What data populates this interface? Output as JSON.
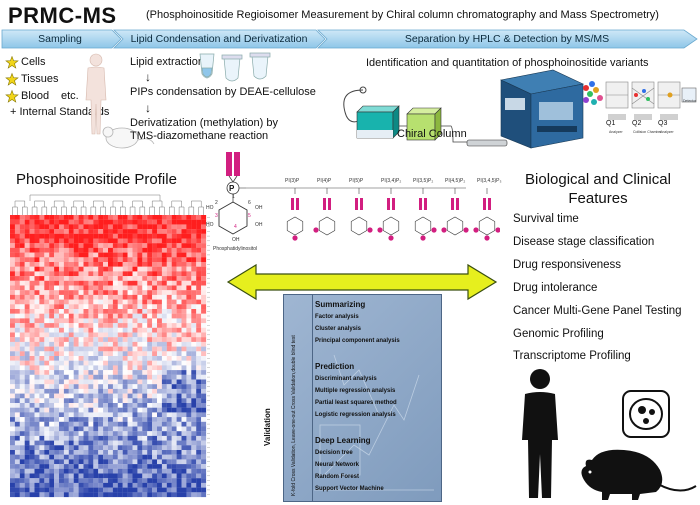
{
  "header": {
    "title": "PRMC-MS",
    "subtitle": "(Phosphoinositide Regioisomer Measurement by Chiral column chromatography and Mass Spectrometry)"
  },
  "steps": [
    "Sampling",
    "Lipid Condensation and Derivatization",
    "Separation by HPLC & Detection by MS/MS"
  ],
  "sampling": {
    "items": [
      "Cells",
      "Tissues",
      "Blood",
      "etc."
    ],
    "standards": "+ Internal Standards"
  },
  "lipid": {
    "extraction": "Lipid extraction",
    "condensation": "PIPs condensation by DEAE-cellulose",
    "derivatization_1": "Derivatization (methylation) by",
    "derivatization_2": "TMS-diazomethane reaction"
  },
  "separation": {
    "identification": "Identification and quantitation of phosphoinositide variants",
    "chiral_column": "Chiral Column",
    "q_labels": [
      "Q1",
      "Q2",
      "Q3"
    ],
    "q_sub": [
      "Analyzer",
      "Collision Chamber",
      "Analyzer"
    ],
    "detector": "Detector"
  },
  "pip_profile_title": "Phosphoinositide Profile",
  "structure": {
    "p_label": "P",
    "ring_numbers": [
      "1",
      "2",
      "3",
      "4",
      "5",
      "6"
    ],
    "oh_labels": [
      "HO",
      "OH",
      "OH",
      "HO",
      "OH"
    ],
    "name": "Phosphatidylinositol",
    "variants": [
      "PI(3)P",
      "PI(4)P",
      "PI(5)P",
      "PI(3,4)P₂",
      "PI(3,5)P₂",
      "PI(4,5)P₂",
      "PI(3,4,5)P₃"
    ]
  },
  "bio": {
    "title_1": "Biological and Clinical",
    "title_2": "Features",
    "items": [
      "Survival time",
      "Disease stage classification",
      "Drug responsiveness",
      "Drug intolerance",
      "Cancer Multi-Gene Panel Testing",
      "Genomic Profiling",
      "Transcriptome Profiling"
    ]
  },
  "methods": {
    "validation": "Validation",
    "validation_sub": "K-fold Cross Validation, Leave-one-out Cross Validation,double blind test",
    "sections": [
      {
        "heading": "Summarizing",
        "items": [
          "Factor analysis",
          "Cluster analysis",
          "Principal component analysis"
        ]
      },
      {
        "heading": "Prediction",
        "items": [
          "Discriminant analysis",
          "Multiple regression analysis",
          "Partial least squares method",
          "Logistic regression analysis"
        ]
      },
      {
        "heading": "Deep Learning",
        "items": [
          "Decision tree",
          "Neural Network",
          "Random Forest",
          "Support Vector Machine"
        ]
      }
    ]
  },
  "colors": {
    "band": "#a9d4ee",
    "band_text": "#0b2a3c",
    "heat_red": "#e01818",
    "heat_blue": "#2a3fa8",
    "arrow_yellow": "#e6ef1e",
    "arrow_outline": "#3a4f10",
    "method_panel": "#8fa9c8",
    "magenta": "#d21f80",
    "star": "#f1d519"
  }
}
